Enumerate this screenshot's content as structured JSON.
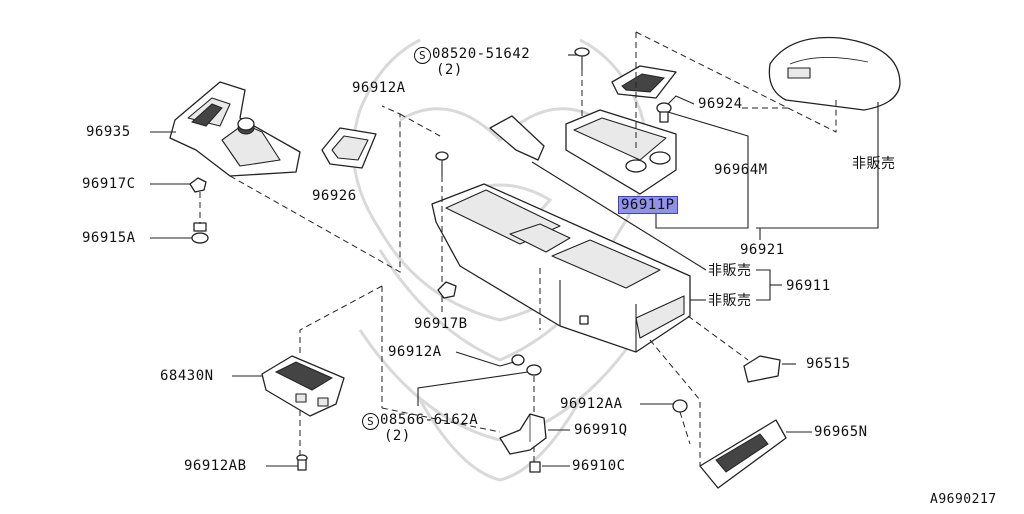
{
  "diagram": {
    "watermark": "bird-crest-watermark",
    "parts": [
      {
        "id": "p1",
        "label": "96935"
      },
      {
        "id": "p2",
        "label": "96917C"
      },
      {
        "id": "p3",
        "label": "96915A"
      },
      {
        "id": "p4",
        "label": "96926"
      },
      {
        "id": "p5",
        "label": "96912A"
      },
      {
        "id": "p6_code",
        "label": "08520-51642"
      },
      {
        "id": "p6_qty",
        "label": "(2)"
      },
      {
        "id": "p7",
        "label": "96924"
      },
      {
        "id": "p8",
        "label": "96964M"
      },
      {
        "id": "p9",
        "label": "非販売"
      },
      {
        "id": "p10",
        "label": "96911P"
      },
      {
        "id": "p11",
        "label": "96921"
      },
      {
        "id": "p12a",
        "label": "非販売"
      },
      {
        "id": "p12b",
        "label": "非販売"
      },
      {
        "id": "p13",
        "label": "96911"
      },
      {
        "id": "p14",
        "label": "96917B"
      },
      {
        "id": "p15",
        "label": "96912A"
      },
      {
        "id": "p16",
        "label": "68430N"
      },
      {
        "id": "p17",
        "label": "96515"
      },
      {
        "id": "p18_code",
        "label": "08566-6162A"
      },
      {
        "id": "p18_qty",
        "label": "(2)"
      },
      {
        "id": "p19",
        "label": "96912AA"
      },
      {
        "id": "p20",
        "label": "96991Q"
      },
      {
        "id": "p21",
        "label": "96965N"
      },
      {
        "id": "p22",
        "label": "96912AB"
      },
      {
        "id": "p23",
        "label": "96910C"
      }
    ],
    "bolt_symbol": "S",
    "diagram_code": "A9690217",
    "highlight_color": "#8f92e6"
  }
}
